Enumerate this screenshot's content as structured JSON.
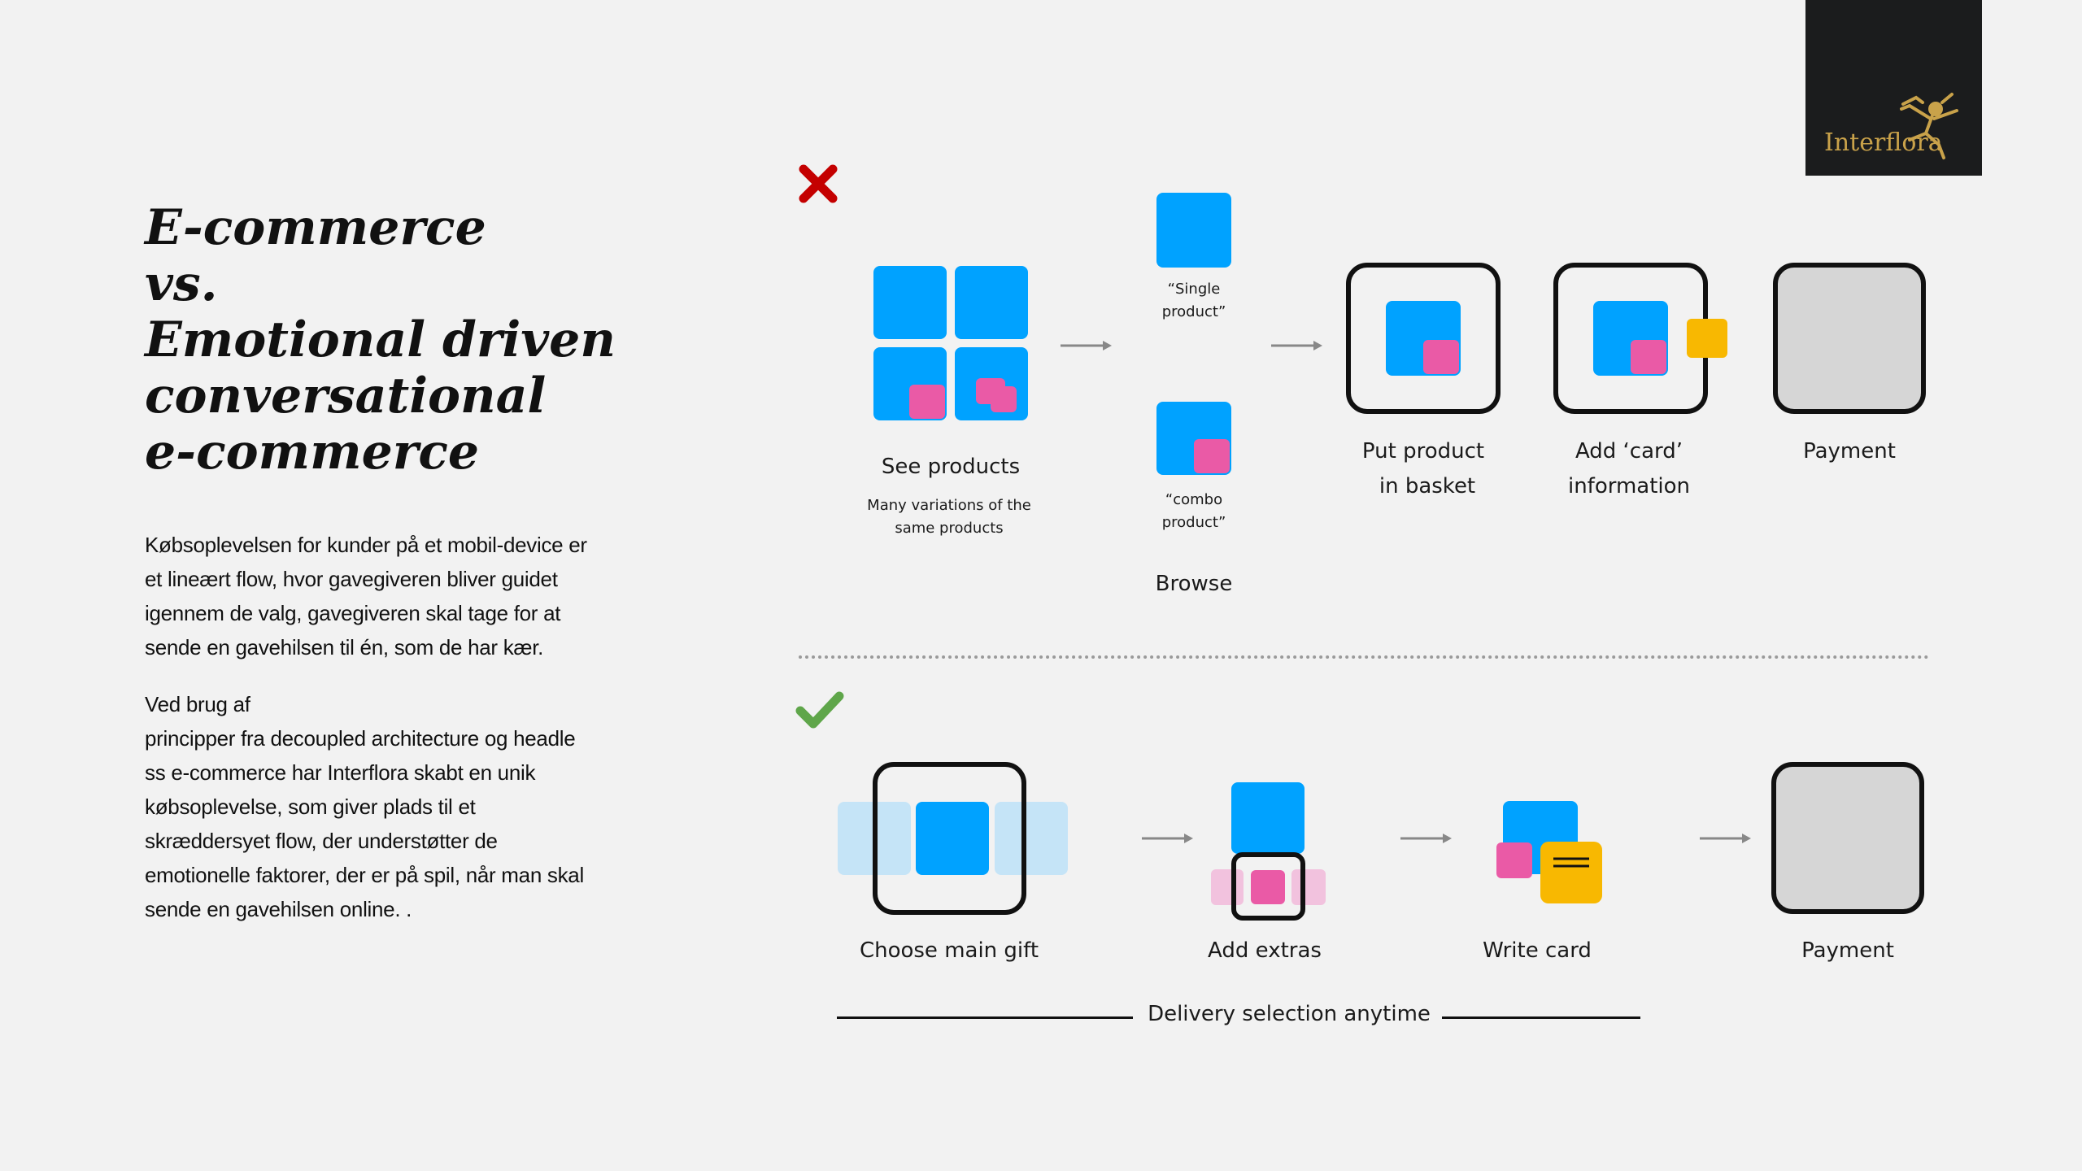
{
  "brand": {
    "name": "Interflora",
    "background": "#1b1c1d",
    "gold": "#c9a24a"
  },
  "headline": {
    "lines": [
      "E-commerce",
      "vs.",
      "Emotional driven",
      "conversational",
      "e-commerce"
    ]
  },
  "paragraphs": {
    "p1": [
      "Købsoplevelsen for kunder på et mobil-device er",
      "et lineært flow, hvor gavegiveren bliver guidet",
      "igennem de valg, gavegiveren skal tage for at",
      "sende en gavehilsen til én, som de har kær."
    ],
    "p2": [
      "Ved brug af",
      "principper fra decoupled architecture  og headle",
      "ss e-commerce har Interflora skabt en unik",
      "købsoplevelse, som giver plads til et",
      "skræddersyet flow, der understøtter de",
      "emotionelle faktorer, der er på spil, når man skal",
      "sende en gavehilsen online. ."
    ]
  },
  "traditional_flow": {
    "status_icon": "cross-mark-icon",
    "status_color": "#c40000",
    "see_products": {
      "title": "See products",
      "caption": [
        "Many variations of the",
        "same products"
      ]
    },
    "single_product": [
      "“Single",
      "product”"
    ],
    "combo_product": [
      "“combo",
      "product”"
    ],
    "browse": "Browse",
    "put_in_basket": [
      "Put product",
      "in basket"
    ],
    "add_card": [
      "Add ‘card’",
      "information"
    ],
    "payment": "Payment"
  },
  "conversational_flow": {
    "status_icon": "check-mark-icon",
    "status_color": "#5fa64a",
    "choose_main_gift": "Choose main gift",
    "add_extras": "Add extras",
    "write_card": "Write card",
    "payment": "Payment",
    "delivery": "Delivery selection anytime"
  },
  "colors": {
    "product_blue": "#00a2ff",
    "extra_pink": "#ea5aa6",
    "card_yellow": "#f8b801",
    "payment_gray": "#d6d6d6"
  }
}
